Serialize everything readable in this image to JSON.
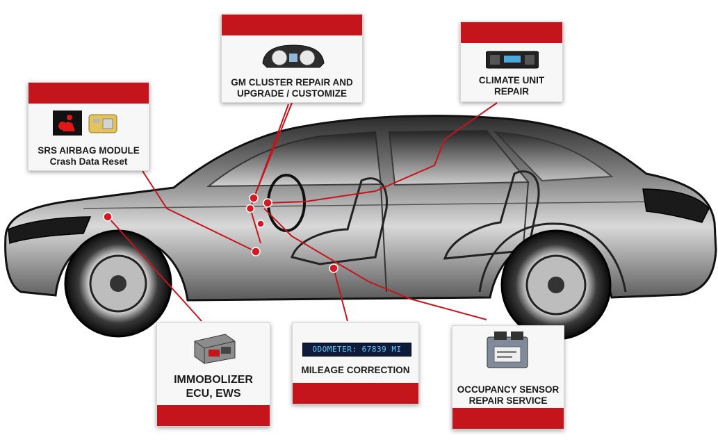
{
  "services": [
    {
      "id": "srs",
      "line1": "SRS AIRBAG MODULE",
      "line2": "Crash Data Reset"
    },
    {
      "id": "cluster",
      "line1": "GM CLUSTER REPAIR AND",
      "line2": "UPGRADE / CUSTOMIZE"
    },
    {
      "id": "climate",
      "line1": "CLIMATE UNIT",
      "line2": "REPAIR"
    },
    {
      "id": "immobilizer",
      "line1": "IMMOBOLIZER",
      "line2": "ECU, EWS"
    },
    {
      "id": "mileage",
      "line1": "MILEAGE CORRECTION",
      "line2": ""
    },
    {
      "id": "occupancy",
      "line1": "OCCUPANCY SENSOR",
      "line2": "REPAIR SERVICE"
    }
  ],
  "odometer": {
    "label": "ODOMETER:",
    "value": "67839",
    "unit": "MI"
  },
  "colors": {
    "accent": "#c4151c",
    "card_bg": "#f7f7f7",
    "text": "#1b1b1b",
    "odometer_bg": "#0d1a3a",
    "odometer_text": "#5fd0ff"
  }
}
